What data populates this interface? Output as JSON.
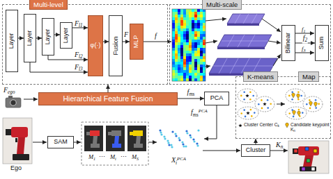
{
  "diagram": {
    "nodes": [
      {
        "text": [
          "Multi-level"
        ]
      },
      {
        "text": [
          "Layer"
        ],
        "in": 0
      },
      {
        "text": [
          "Layer"
        ],
        "in": 0
      },
      {
        "text": [
          "Layer"
        ],
        "in": 0
      },
      {
        "text": [
          "Layer"
        ],
        "in": 0
      },
      {
        "text": [
          "φ(·)"
        ],
        "in": 0
      },
      {
        "text": [
          "Fusion"
        ],
        "in": 0
      },
      {
        "text": [
          "MLP"
        ],
        "in": 0
      },
      {
        "text": [
          "Multi-scale"
        ]
      },
      {
        "text": [
          "Bilinear"
        ],
        "in": 8
      },
      {
        "text": [
          "Sum"
        ],
        "in": 8
      },
      {
        "text": [
          "Hierarchical Feature Fusion"
        ]
      },
      {
        "text": [
          "PCA"
        ]
      },
      {
        "text": [
          "K-means"
        ]
      },
      {
        "text": [
          "SAM"
        ]
      },
      {
        "text": [
          "Cluster"
        ]
      }
    ],
    "edges": [
      {
        "from": 1,
        "to": 2,
        "arrow": "to"
      },
      {
        "from": 2,
        "to": 3,
        "arrow": "to"
      },
      {
        "from": 3,
        "to": 4,
        "arrow": "to"
      },
      {
        "from": 4,
        "to": 5,
        "arrow": "to"
      },
      {
        "from": 3,
        "to": 5,
        "arrow": "to"
      },
      {
        "from": 2,
        "to": 5,
        "arrow": "to"
      },
      {
        "from": 5,
        "to": 6,
        "arrow": "to"
      },
      {
        "from": 6,
        "to": 7,
        "label": "F",
        "arrow": "to"
      },
      {
        "from": 11,
        "to": 0,
        "arrow": "to"
      },
      {
        "from": 11,
        "to": 12,
        "label": "fms",
        "arrow": "to"
      },
      {
        "from": 9,
        "to": 10,
        "label": "f2",
        "arrow": "to"
      },
      {
        "from": 15,
        "to": 13,
        "arrow": "to"
      }
    ],
    "labels": [
      "Fl1",
      "Fl2",
      "Fl3",
      "f",
      "f1",
      "f3",
      "Fego",
      "fmsPCA",
      "Map",
      "Cluster Center Ck",
      "Candidate keypoint Kn",
      "Ego",
      "M1",
      "···",
      "Mi",
      "···",
      "MS",
      "XiPCA",
      "Kn"
    ]
  }
}
